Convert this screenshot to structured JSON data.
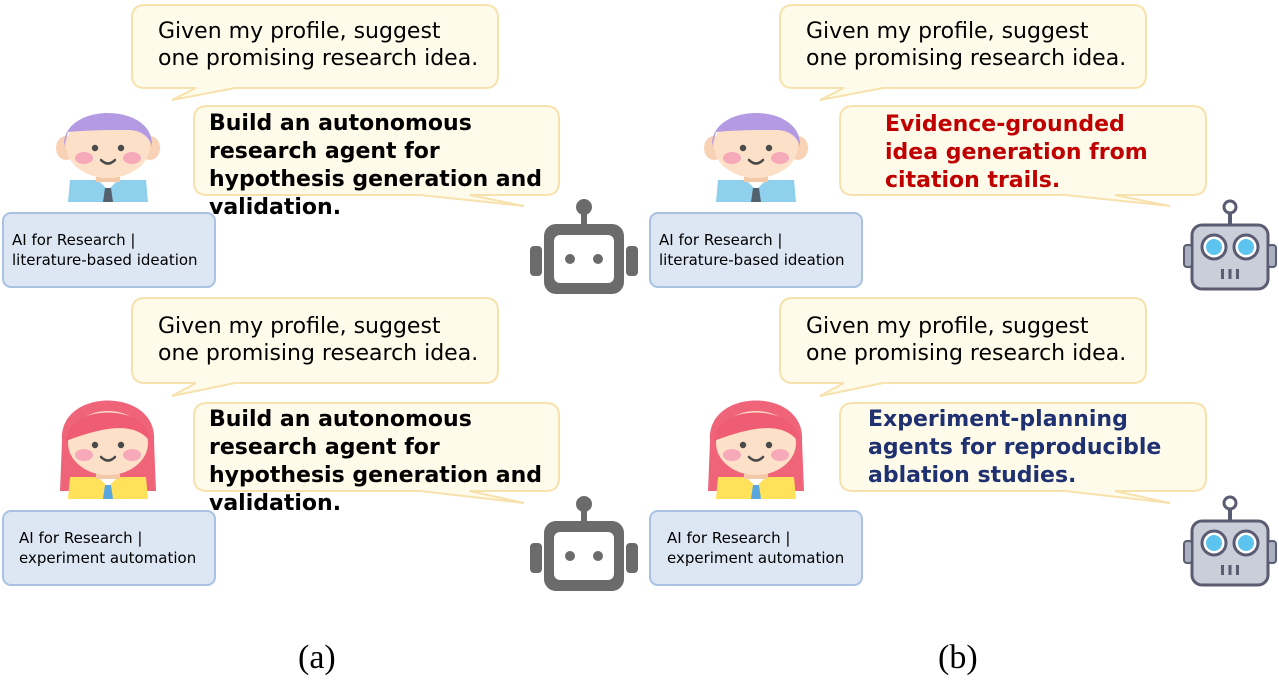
{
  "panels": [
    {
      "caption": "(a)",
      "rows": [
        {
          "question": "Given my profile, suggest one promising research idea.",
          "answer": "Build an autonomous research agent for hypothesis generation and validation.",
          "profile": [
            "AI for Research |",
            "literature-based ideation"
          ]
        },
        {
          "question": "Given my profile, suggest one promising research idea.",
          "answer": "Build an autonomous research agent for hypothesis generation and validation.",
          "profile": [
            "AI for Research |",
            "experiment automation"
          ]
        }
      ]
    },
    {
      "caption": "(b)",
      "rows": [
        {
          "question": "Given my profile, suggest one promising research idea.",
          "answer": "Evidence-grounded idea generation from citation trails.",
          "profile": [
            "AI for Research |",
            "literature-based ideation"
          ]
        },
        {
          "question": "Given my profile, suggest one promising research idea.",
          "answer": "Experiment-planning agents for reproducible ablation studies.",
          "profile": [
            "AI for Research |",
            "experiment automation"
          ]
        }
      ]
    }
  ],
  "colors": {
    "bubble_fill": "#fffbea",
    "bubble_stroke": "#f7e2ad",
    "profile_fill": "#dde7f4",
    "profile_stroke": "#a9c2e3",
    "answer_default": "#000000",
    "answer_red": "#c00000",
    "answer_navy": "#1f3170",
    "robot_gray": "#6b6b6b"
  },
  "icons": [
    "boy-avatar-icon",
    "girl-avatar-icon",
    "generic-robot-icon",
    "personalized-robot-icon"
  ]
}
